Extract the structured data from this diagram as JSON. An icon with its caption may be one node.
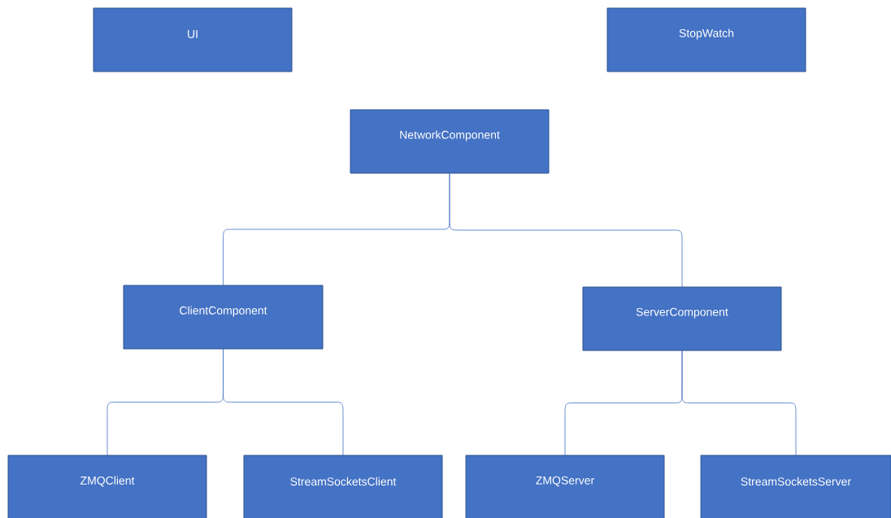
{
  "diagram": {
    "nodes": [
      {
        "text": [
          "UI"
        ]
      },
      {
        "text": [
          "StopWatch"
        ]
      },
      {
        "text": [
          "NetworkComponent"
        ]
      },
      {
        "text": [
          "ClientComponent"
        ]
      },
      {
        "text": [
          "ServerComponent"
        ]
      },
      {
        "text": [
          "ZMQClient"
        ]
      },
      {
        "text": [
          "StreamSocketsClient"
        ]
      },
      {
        "text": [
          "ZMQServer"
        ]
      },
      {
        "text": [
          "StreamSocketsServer"
        ]
      }
    ],
    "edges": [
      {
        "from": 2,
        "to": 3,
        "arrow": "none"
      },
      {
        "from": 2,
        "to": 4,
        "arrow": "none"
      },
      {
        "from": 3,
        "to": 5,
        "arrow": "none"
      },
      {
        "from": 3,
        "to": 6,
        "arrow": "none"
      },
      {
        "from": 4,
        "to": 7,
        "arrow": "none"
      },
      {
        "from": 4,
        "to": 8,
        "arrow": "none"
      }
    ]
  }
}
